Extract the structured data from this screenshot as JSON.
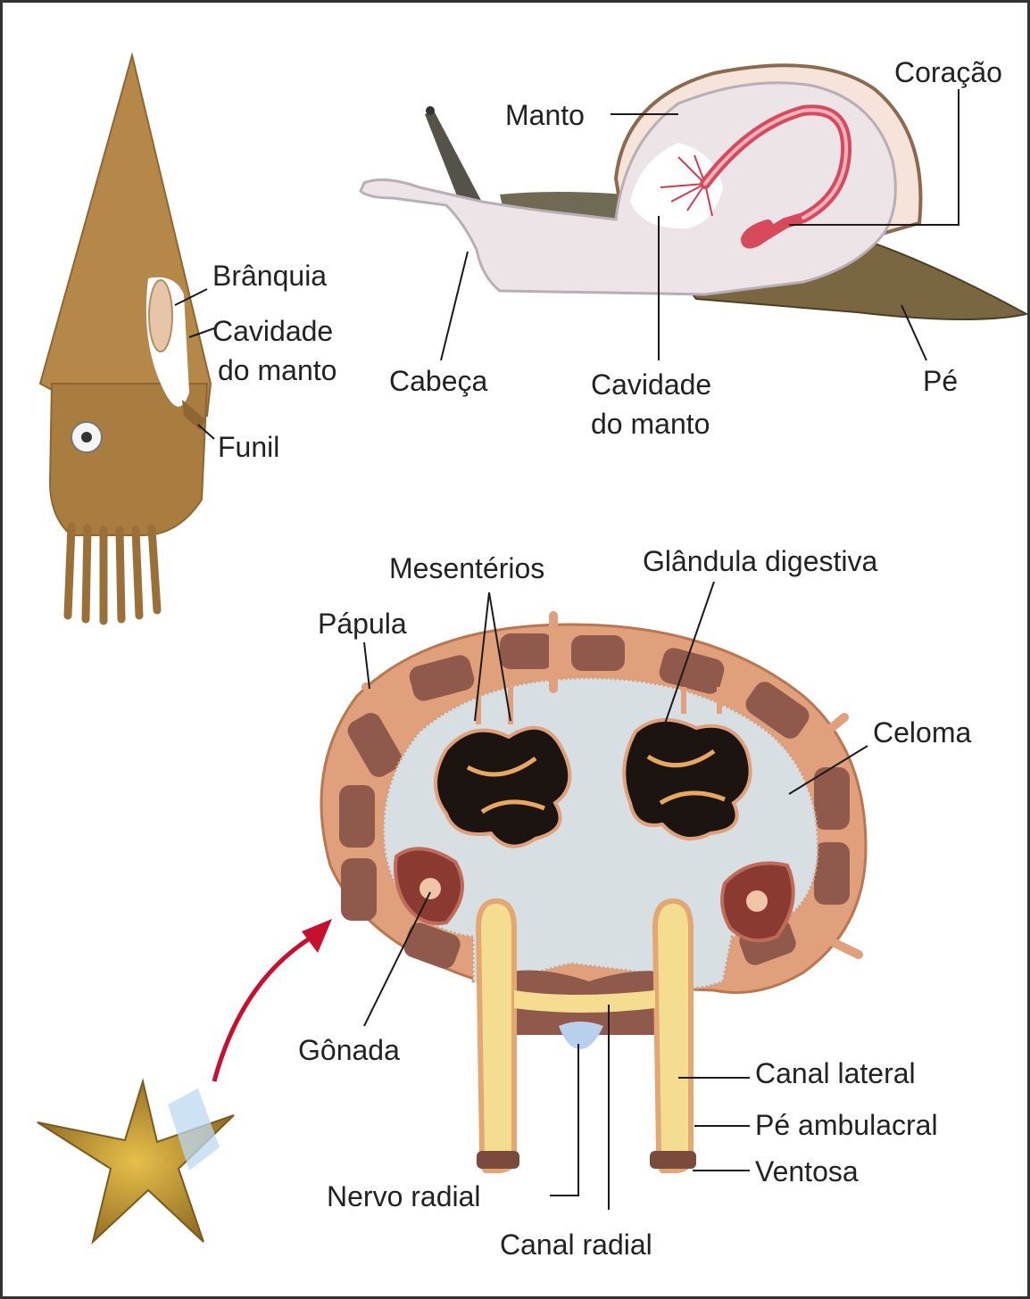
{
  "labels": {
    "squid": {
      "branquia": "Brânquia",
      "cavidade_1": "Cavidade",
      "cavidade_2": "do manto",
      "funil": "Funil"
    },
    "snail": {
      "manto": "Manto",
      "coracao": "Coração",
      "cabeca": "Cabeça",
      "cavidade_1": "Cavidade",
      "cavidade_2": "do manto",
      "pe": "Pé"
    },
    "starfish": {
      "mesenterios": "Mesentérios",
      "glandula": "Glândula digestiva",
      "papula": "Pápula",
      "celoma": "Celoma",
      "gonada": "Gônada",
      "canal_lateral": "Canal lateral",
      "pe_ambulacral": "Pé ambulacral",
      "ventosa": "Ventosa",
      "nervo_radial": "Nervo radial",
      "canal_radial": "Canal radial"
    }
  },
  "colors": {
    "squid_body": "#b5884a",
    "snail_body": "#ece4e6",
    "snail_foot": "#6b5a3a",
    "heart": "#d64a5c",
    "body_wall": "#e0a07c",
    "ossicle": "#8f5a4c",
    "coelom": "#d7dfe2",
    "gland": "#1c1410",
    "tube_foot": "#f4dc90",
    "arrow": "#c8102e",
    "starfish": "#c9a13a"
  }
}
